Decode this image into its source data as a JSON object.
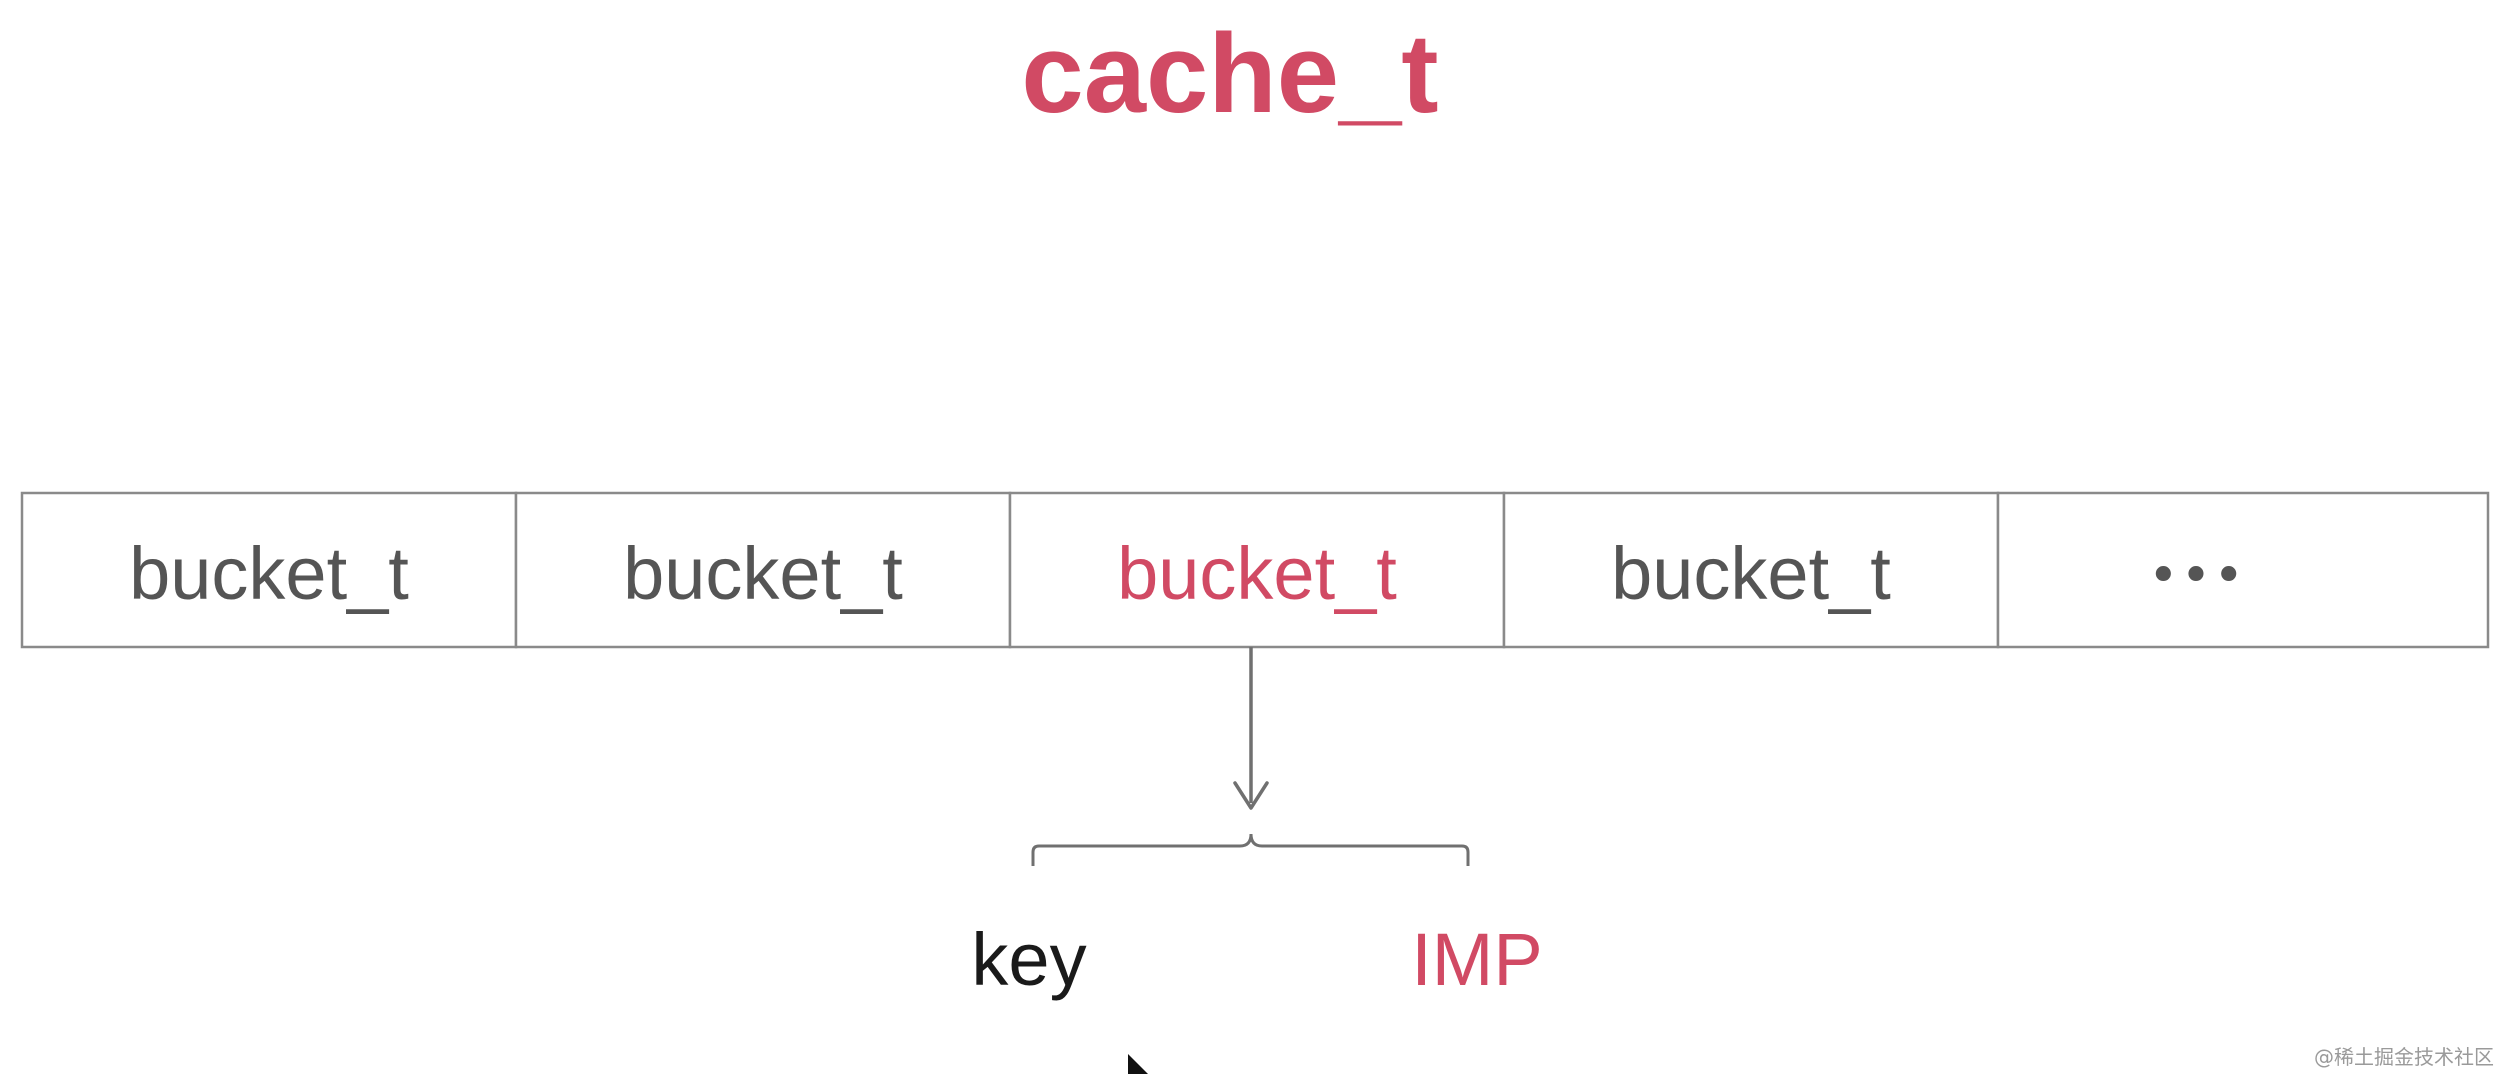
{
  "title": "cache_t",
  "buckets": [
    {
      "label": "bucket_t",
      "highlight": false
    },
    {
      "label": "bucket_t",
      "highlight": false
    },
    {
      "label": "bucket_t",
      "highlight": true
    },
    {
      "label": "bucket_t",
      "highlight": false
    },
    {
      "label": "•••",
      "highlight": false
    }
  ],
  "fields": {
    "key": "key",
    "imp": "IMP"
  },
  "watermark": "@稀土掘金技术社区",
  "colors": {
    "accent": "#d14a64",
    "text": "#555555",
    "dark_text": "#1a1a1a",
    "border": "#8a8a8a",
    "arrow": "#707070",
    "watermark": "#9a9a9a"
  },
  "icons": {
    "pointer": "mouse-cursor-icon"
  }
}
